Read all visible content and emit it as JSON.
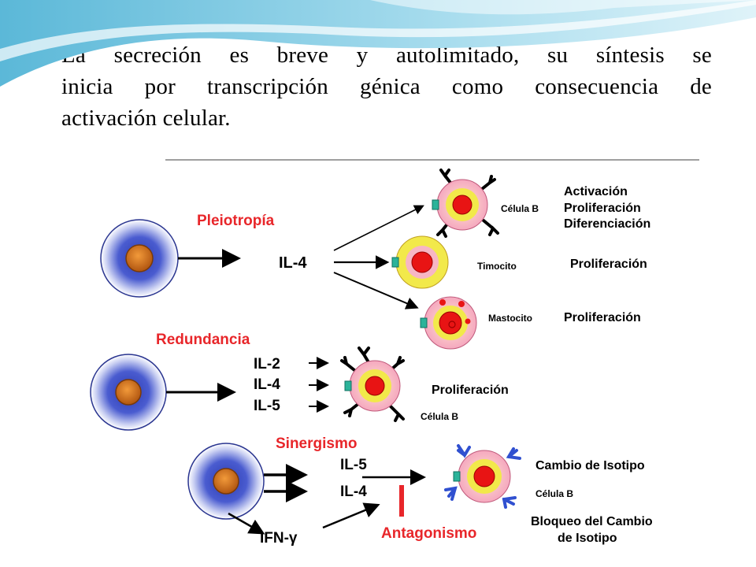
{
  "heading": {
    "line1": "La secreción es breve y autolimitado, su síntesis se",
    "line2": "inicia por transcripción génica como consecuencia de",
    "line3": "activación celular."
  },
  "diagram": {
    "pleiotropia": {
      "title": "Pleiotropía",
      "cytokine": "IL-4",
      "targets": [
        {
          "cell": "Célula B",
          "effects": [
            "Activación",
            "Proliferación",
            "Diferenciación"
          ]
        },
        {
          "cell": "Timocito",
          "effects": [
            "Proliferación"
          ]
        },
        {
          "cell": "Mastocito",
          "effects": [
            "Proliferación"
          ]
        }
      ]
    },
    "redundancia": {
      "title": "Redundancia",
      "cytokines": [
        "IL-2",
        "IL-4",
        "IL-5"
      ],
      "effect": "Proliferación",
      "cell": "Célula B"
    },
    "sinergismo": {
      "title": "Sinergismo",
      "cytokines": [
        "IL-5",
        "IL-4"
      ],
      "effect": "Cambio de Isotipo",
      "cell": "Célula B"
    },
    "antagonismo": {
      "title": "Antagonismo",
      "cytokine": "IFN-γ",
      "effect_line1": "Bloqueo del Cambio",
      "effect_line2": "de Isotipo"
    }
  },
  "colors": {
    "title_red": "#e8262a",
    "secreting_cell": "#3d4fc4",
    "nucleus": "#c86414",
    "b_cell_body": "#f7b6c4",
    "b_cell_center": "#f2e94a",
    "cell_nucleus": "#e81414",
    "receptor": "#2bb39a",
    "isotype_receptor": "#3050d0"
  }
}
